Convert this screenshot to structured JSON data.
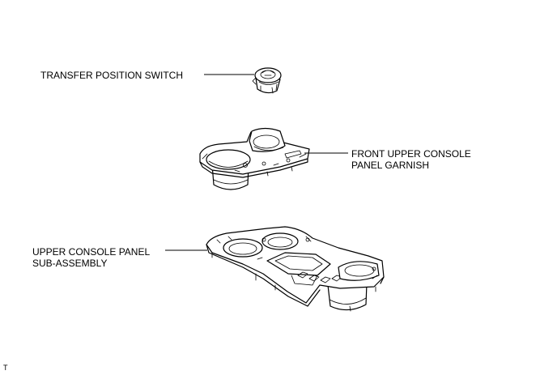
{
  "labels": {
    "transfer_switch": "TRANSFER POSITION SWITCH",
    "garnish_line1": "FRONT UPPER CONSOLE",
    "garnish_line2": "PANEL GARNISH",
    "panel_line1": "UPPER CONSOLE PANEL",
    "panel_line2": "SUB-ASSEMBLY",
    "figure_code": "T"
  }
}
